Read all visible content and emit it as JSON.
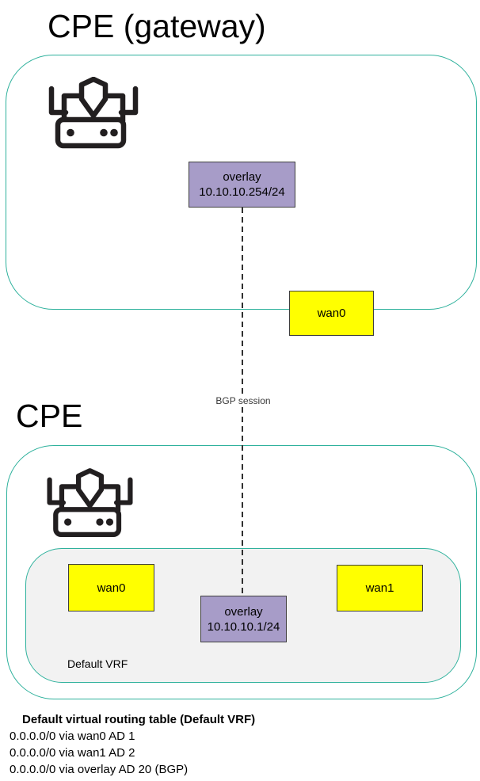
{
  "colors": {
    "zone_border_teal": "#2eb19c",
    "overlay_purple": "#a79cc8",
    "wan_yellow": "#ffff00",
    "vrf_gray": "#f2f2f2",
    "node_border": "#3f3f3f",
    "icon_black": "#221f20"
  },
  "gateway": {
    "title": "CPE (gateway)",
    "overlay_box": {
      "line1": "overlay",
      "line2": "10.10.10.254/24"
    },
    "wan0_label": "wan0"
  },
  "link": {
    "label": "BGP session"
  },
  "cpe": {
    "title": "CPE",
    "vrf_label": "Default VRF",
    "wan0_label": "wan0",
    "wan1_label": "wan1",
    "overlay_box": {
      "line1": "overlay",
      "line2": "10.10.10.1/24"
    }
  },
  "routing_table": {
    "heading": "Default virtual routing table (Default VRF)",
    "routes": [
      "0.0.0.0/0 via wan0 AD 1",
      "0.0.0.0/0 via wan1 AD 2",
      "0.0.0.0/0 via overlay AD 20 (BGP)"
    ]
  }
}
